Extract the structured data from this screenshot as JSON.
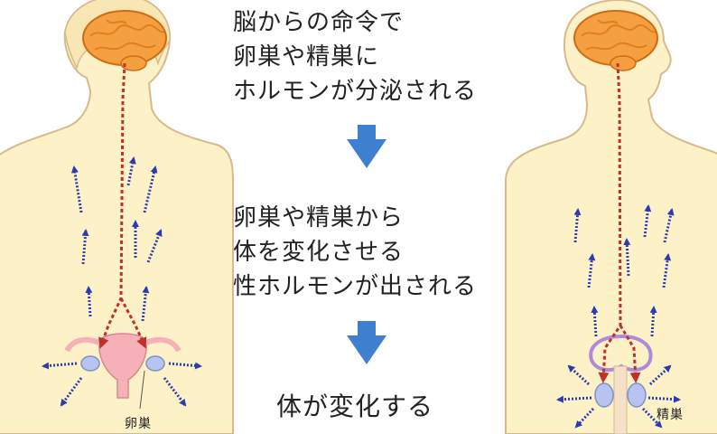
{
  "steps": [
    {
      "lines": [
        "脳からの命令で",
        "卵巣や精巣に",
        "ホルモンが分泌される"
      ]
    },
    {
      "lines": [
        "卵巣や精巣から",
        "体を変化させる",
        "性ホルモンが出される"
      ]
    }
  ],
  "result": "体が変化する",
  "labels": {
    "ovary": "卵巣",
    "testis": "精巣"
  },
  "colors": {
    "skin": "#fdf1c8",
    "skin_outline": "#d7b98c",
    "brain": "#f5a040",
    "brain_fold": "#e07e20",
    "nerve_path": "#c0302a",
    "hormone_arrow": "#2c3cb0",
    "step_arrow": "#3f7fd0",
    "ovary": "#b8c4f0",
    "uterus": "#f5b0b8",
    "testis": "#b8c4f0"
  }
}
